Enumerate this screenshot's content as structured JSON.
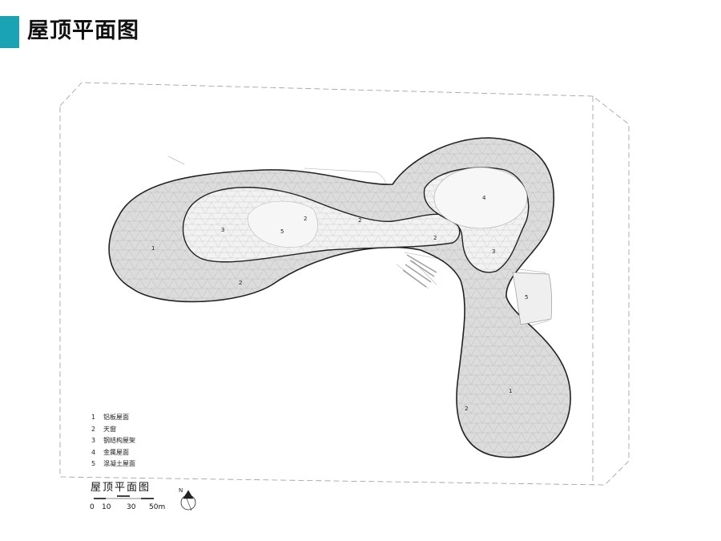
{
  "header": {
    "title": "屋顶平面图"
  },
  "colors": {
    "accent": "#1aa3b2",
    "roof_fill": "#d9d9d9",
    "outline": "#222222"
  },
  "region_labels": [
    "1",
    "2",
    "3",
    "4",
    "5"
  ],
  "legend": {
    "items": [
      {
        "num": "1",
        "label": "铝板屋面"
      },
      {
        "num": "2",
        "label": "天窗"
      },
      {
        "num": "3",
        "label": "钢结构屋架"
      },
      {
        "num": "4",
        "label": "金属屋面"
      },
      {
        "num": "5",
        "label": "混凝土屋面"
      }
    ]
  },
  "plan_caption": "屋顶平面图",
  "scale_bar": {
    "ticks": [
      "0",
      "10",
      "30",
      "50m"
    ]
  },
  "north_arrow": {
    "label": "N"
  }
}
